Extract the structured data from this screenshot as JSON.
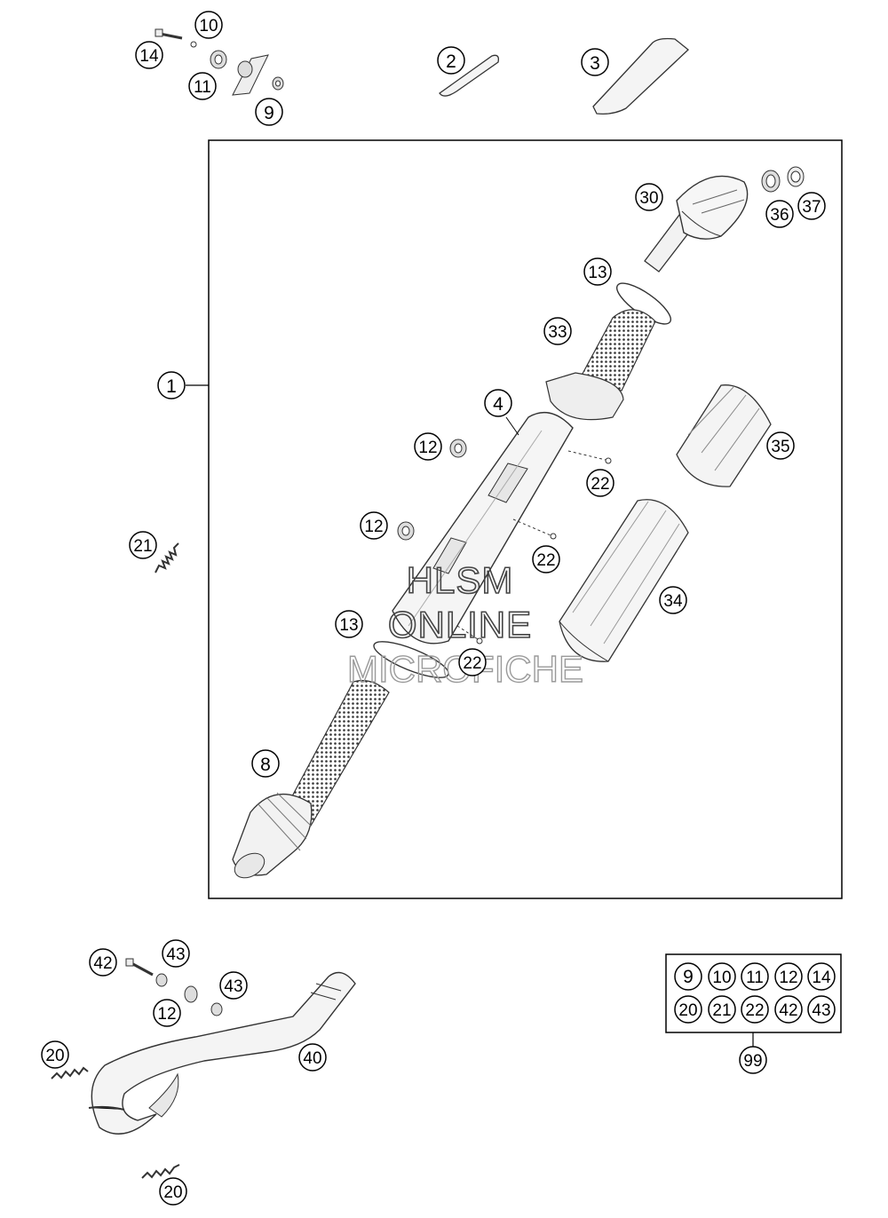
{
  "callouts": {
    "c14": "14",
    "c10": "10",
    "c11": "11",
    "c9": "9",
    "c2": "2",
    "c3": "3",
    "c1": "1",
    "c30": "30",
    "c36": "36",
    "c37": "37",
    "c13a": "13",
    "c33": "33",
    "c4": "4",
    "c12a": "12",
    "c22a": "22",
    "c35": "35",
    "c21": "21",
    "c12b": "12",
    "c22b": "22",
    "c34": "34",
    "c13b": "13",
    "c22c": "22",
    "c8": "8",
    "c42": "42",
    "c43a": "43",
    "c43b": "43",
    "c12c": "12",
    "c40": "40",
    "c20a": "20",
    "c20b": "20"
  },
  "kit": {
    "row1": [
      "9",
      "10",
      "11",
      "12",
      "14"
    ],
    "row2": [
      "20",
      "21",
      "22",
      "42",
      "43"
    ],
    "label": "99"
  },
  "watermark": {
    "line1": "HLSM",
    "line2": "ONLINE",
    "line3": "MICROFICHE"
  }
}
